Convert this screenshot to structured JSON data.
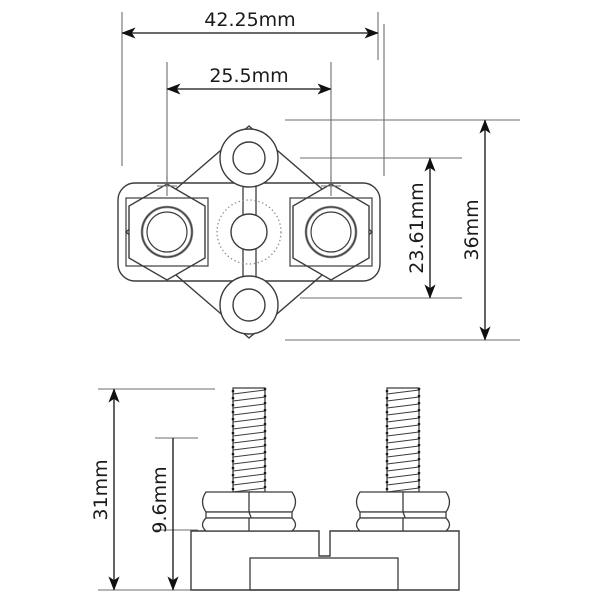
{
  "drawing": {
    "title": "Busbar terminal stud block engineering drawing",
    "units": "mm",
    "line_color": "#3c3c3c",
    "thin_line_color": "#6e6e6e",
    "text_color": "#1a1a1a",
    "background": "#ffffff"
  },
  "views": {
    "top": {
      "name": "top-view",
      "description": "Plan view showing diamond base plate, rounded rectangle body, two hex nuts, center boss and two mounting holes"
    },
    "side": {
      "name": "side-view",
      "description": "Elevation view showing two threaded studs with stacked hex nuts on a base block with central notch"
    }
  },
  "dimensions": {
    "overall_width": {
      "label": "42.25mm",
      "value": 42.25,
      "orientation": "horizontal",
      "view": "top"
    },
    "stud_spacing": {
      "label": "25.5mm",
      "value": 25.5,
      "orientation": "horizontal",
      "view": "top"
    },
    "hole_spacing": {
      "label": "23.61mm",
      "value": 23.61,
      "orientation": "vertical",
      "view": "top"
    },
    "overall_depth": {
      "label": "36mm",
      "value": 36,
      "orientation": "vertical",
      "view": "top"
    },
    "overall_height": {
      "label": "31mm",
      "value": 31,
      "orientation": "vertical",
      "view": "side"
    },
    "base_height": {
      "label": "9.6mm",
      "value": 9.6,
      "orientation": "vertical",
      "view": "side"
    }
  }
}
